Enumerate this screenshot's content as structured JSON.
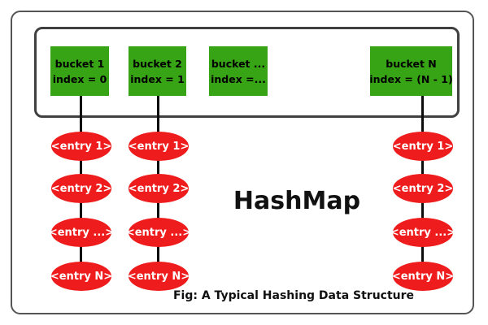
{
  "diagram": {
    "title": "HashMap",
    "caption": "Fig: A Typical Hashing Data Structure",
    "colors": {
      "bucket_fill": "#37a415",
      "entry_fill": "#ee1c1c",
      "outer_border": "#555555",
      "inner_border": "#404040",
      "connector_line": "#0d0d0d",
      "bucket_text": "#000000",
      "entry_text": "#ffffff"
    },
    "buckets": [
      {
        "label_line1": "bucket 1",
        "label_line2": "index = 0"
      },
      {
        "label_line1": "bucket 2",
        "label_line2": "index = 1"
      },
      {
        "label_line1": "bucket ...",
        "label_line2": "index =..."
      },
      {
        "label_line1": "bucket N",
        "label_line2": "index = (N - 1)"
      }
    ],
    "entry_labels": [
      "<entry 1>",
      "<entry 2>",
      "<entry ...>",
      "<entry N>"
    ]
  }
}
